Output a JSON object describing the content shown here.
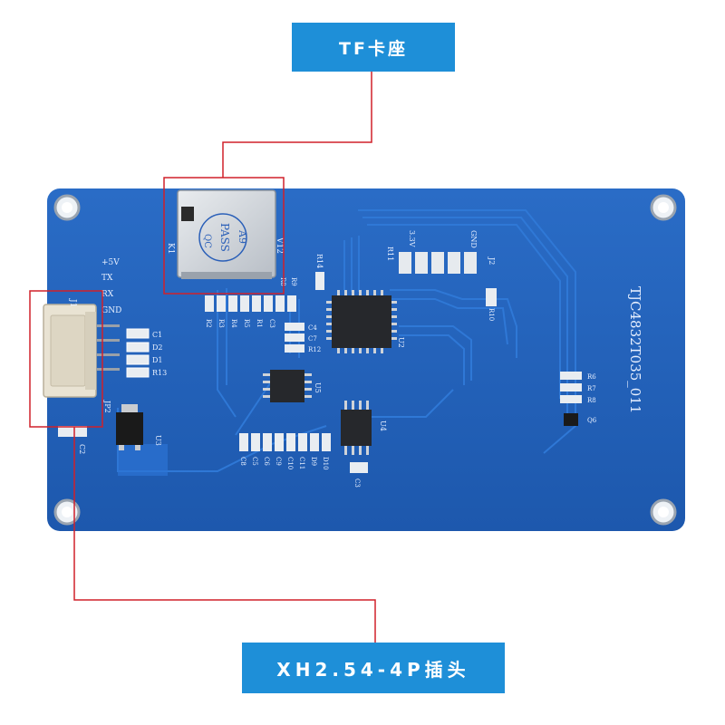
{
  "callouts": {
    "top_label": "TF卡座",
    "bottom_label": "XH2.54-4P插头"
  },
  "pcb": {
    "model_marking": "TJC4832T035_011",
    "sd_card_marking": [
      "QC",
      "PASS",
      "A9"
    ],
    "connector_pins": [
      "+5V",
      "TX",
      "RX",
      "GND"
    ],
    "designators": {
      "j1": "J1",
      "k1": "K1",
      "r14": "R14",
      "r11": "R11",
      "j2": "J2",
      "r10": "R10",
      "v12": "V12",
      "u2": "U2",
      "u3": "U3",
      "u4": "U4",
      "u5": "U5",
      "c1": "C1",
      "d2": "D2",
      "d1": "D1",
      "r13": "R13",
      "jp2": "JP2",
      "c2": "C2",
      "c4": "C4",
      "c7": "C7",
      "r12": "R12",
      "c3": "C3",
      "r6": "R6",
      "r7": "R7",
      "r8": "R8",
      "q6": "Q6",
      "lower_caps": [
        "C8",
        "C5",
        "C6",
        "C9",
        "C10",
        "C11",
        "D9",
        "D10"
      ],
      "resistor_row": [
        "R2",
        "R3",
        "R4",
        "R5",
        "R1",
        "C3"
      ],
      "res_top_right": [
        "R9",
        "R8"
      ]
    },
    "header_labels": [
      "3.3V",
      "GND"
    ]
  },
  "colors": {
    "callout_bg": "#1e8fd8",
    "board": "#1a5fb4",
    "leader_line": "#d0202a"
  }
}
